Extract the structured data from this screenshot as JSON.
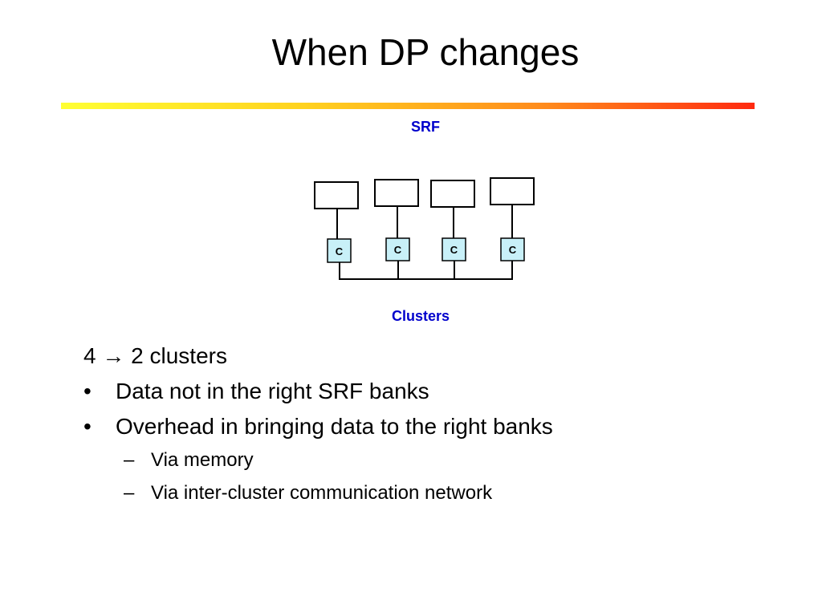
{
  "slide": {
    "title": "When DP changes"
  },
  "diagram": {
    "top_label": "SRF",
    "bottom_label": "Clusters",
    "cluster_letter": "C",
    "cluster_fill": "#c8f0f8",
    "label_color": "#0000cc"
  },
  "content": {
    "heading_prefix": "4 ",
    "heading_arrow": "→",
    "heading_suffix": " 2 clusters",
    "bullet_mark": "•",
    "sub_mark": "–",
    "bullets": [
      "Data not in the right SRF banks",
      "Overhead in bringing data to the right banks"
    ],
    "sub_bullets": [
      "Via memory",
      "Via inter-cluster communication network"
    ]
  }
}
